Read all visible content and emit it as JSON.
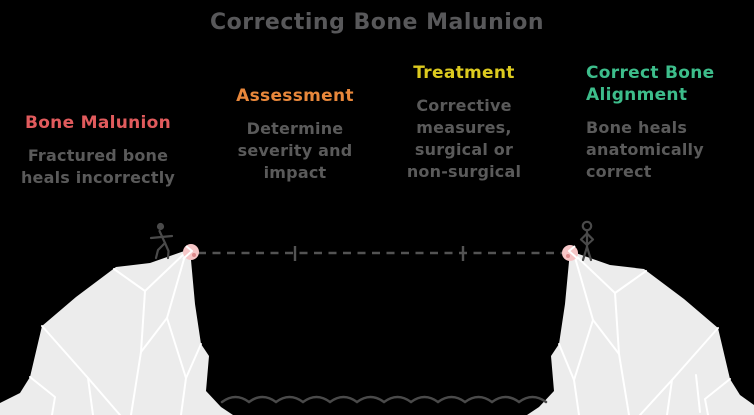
{
  "title": "Correcting Bone Malunion",
  "stages": [
    {
      "heading": "Bone Malunion",
      "color": "#e15b5d",
      "lines": [
        "Fractured bone",
        "heals incorrectly"
      ]
    },
    {
      "heading": "Assessment",
      "color": "#e8873b",
      "lines": [
        "Determine",
        "severity and",
        "impact"
      ]
    },
    {
      "heading": "Treatment",
      "color": "#dcca1f",
      "lines": [
        "Corrective",
        "measures,",
        "surgical or",
        "non-surgical"
      ]
    },
    {
      "heading": "Correct Bone Alignment",
      "color": "#3dbd8b",
      "lines": [
        "Bone heals",
        "anatomically",
        "correct"
      ]
    }
  ],
  "scene": {
    "icons": [
      "cliff-left-icon",
      "cliff-right-icon",
      "stick-figure-walking-icon",
      "stick-figure-standing-icon",
      "dashed-distance-line",
      "milestone-tick",
      "pin-dot-left-icon",
      "pin-dot-right-icon",
      "water-waves-icon"
    ],
    "colors": {
      "background": "#000000",
      "title_text": "#58585a",
      "body_text": "#5a5a5a",
      "cliff_fill": "#ececec",
      "cliff_facet_lines": "#ffffff",
      "figure_stroke": "#4a4a4a",
      "dashed_line": "#535353",
      "pin_fill": "#f6c6c7",
      "pin_dot": "#dd8a8c",
      "wave_stroke": "#4a4a4a"
    }
  }
}
